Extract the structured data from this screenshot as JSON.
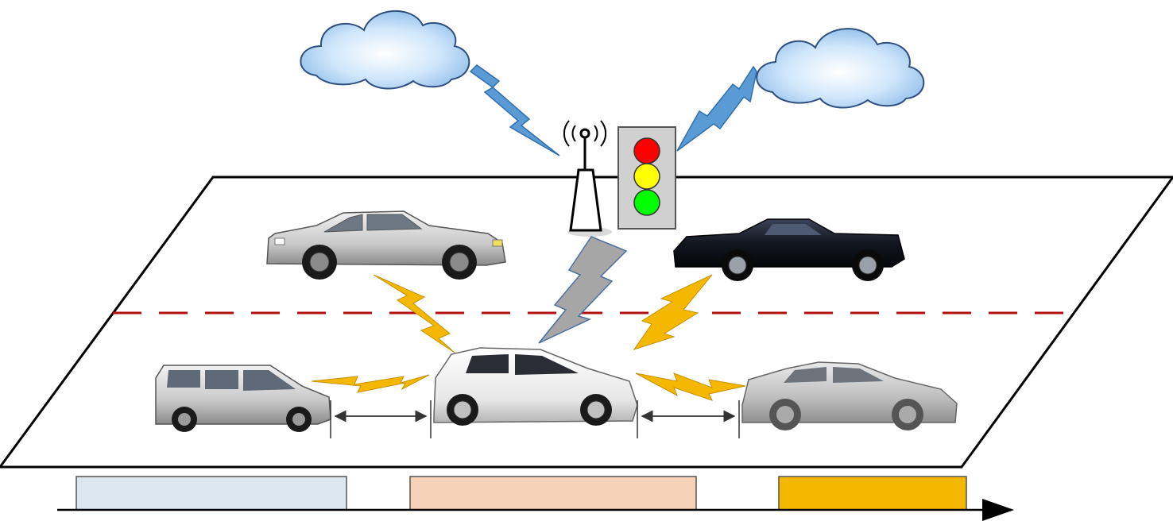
{
  "diagram": {
    "road": {
      "lanes": 2,
      "divider": "dashed-red-lane-line"
    },
    "infrastructure": [
      {
        "name": "cloud-left",
        "icon": "cloud-icon"
      },
      {
        "name": "cloud-right",
        "icon": "cloud-icon"
      },
      {
        "name": "roadside-unit",
        "icon": "antenna-icon"
      },
      {
        "name": "traffic-light",
        "icon": "traffic-light-icon",
        "lamps": [
          "red",
          "yellow",
          "green"
        ]
      }
    ],
    "vehicles": [
      {
        "name": "silver-coupe",
        "lane": "upper"
      },
      {
        "name": "black-muscle-car",
        "lane": "upper"
      },
      {
        "name": "gray-minivan",
        "lane": "lower"
      },
      {
        "name": "white-hatchback",
        "lane": "lower",
        "role": "ego"
      },
      {
        "name": "gray-sedan",
        "lane": "lower"
      }
    ],
    "links": [
      {
        "from": "cloud-left",
        "to": "roadside-unit",
        "color": "#5b9bd5"
      },
      {
        "from": "cloud-right",
        "to": "traffic-light",
        "color": "#5b9bd5"
      },
      {
        "from": "roadside-unit",
        "to": "white-hatchback",
        "color": "#a6a6a6"
      },
      {
        "from": "silver-coupe",
        "to": "white-hatchback",
        "color": "#f5b800"
      },
      {
        "from": "black-muscle-car",
        "to": "white-hatchback",
        "color": "#f5b800"
      },
      {
        "from": "gray-minivan",
        "to": "white-hatchback",
        "color": "#f5b800"
      },
      {
        "from": "gray-sedan",
        "to": "white-hatchback",
        "color": "#f5b800"
      }
    ],
    "timeline": {
      "blocks": [
        {
          "name": "block-1",
          "color": "#dae6f0"
        },
        {
          "name": "block-2",
          "color": "#f6d3b8"
        },
        {
          "name": "block-3",
          "color": "#f5b800"
        }
      ]
    },
    "colors": {
      "cloud_fill": "#b9d9f7",
      "cloud_stroke": "#2f4f80",
      "v2i_link": "#5b9bd5",
      "v2v_link": "#f5b800",
      "i2v_link": "#a6a6a6",
      "lane_divider": "#b01010",
      "light_red": "#ff0000",
      "light_yellow": "#ffff00",
      "light_green": "#00ff00"
    }
  }
}
